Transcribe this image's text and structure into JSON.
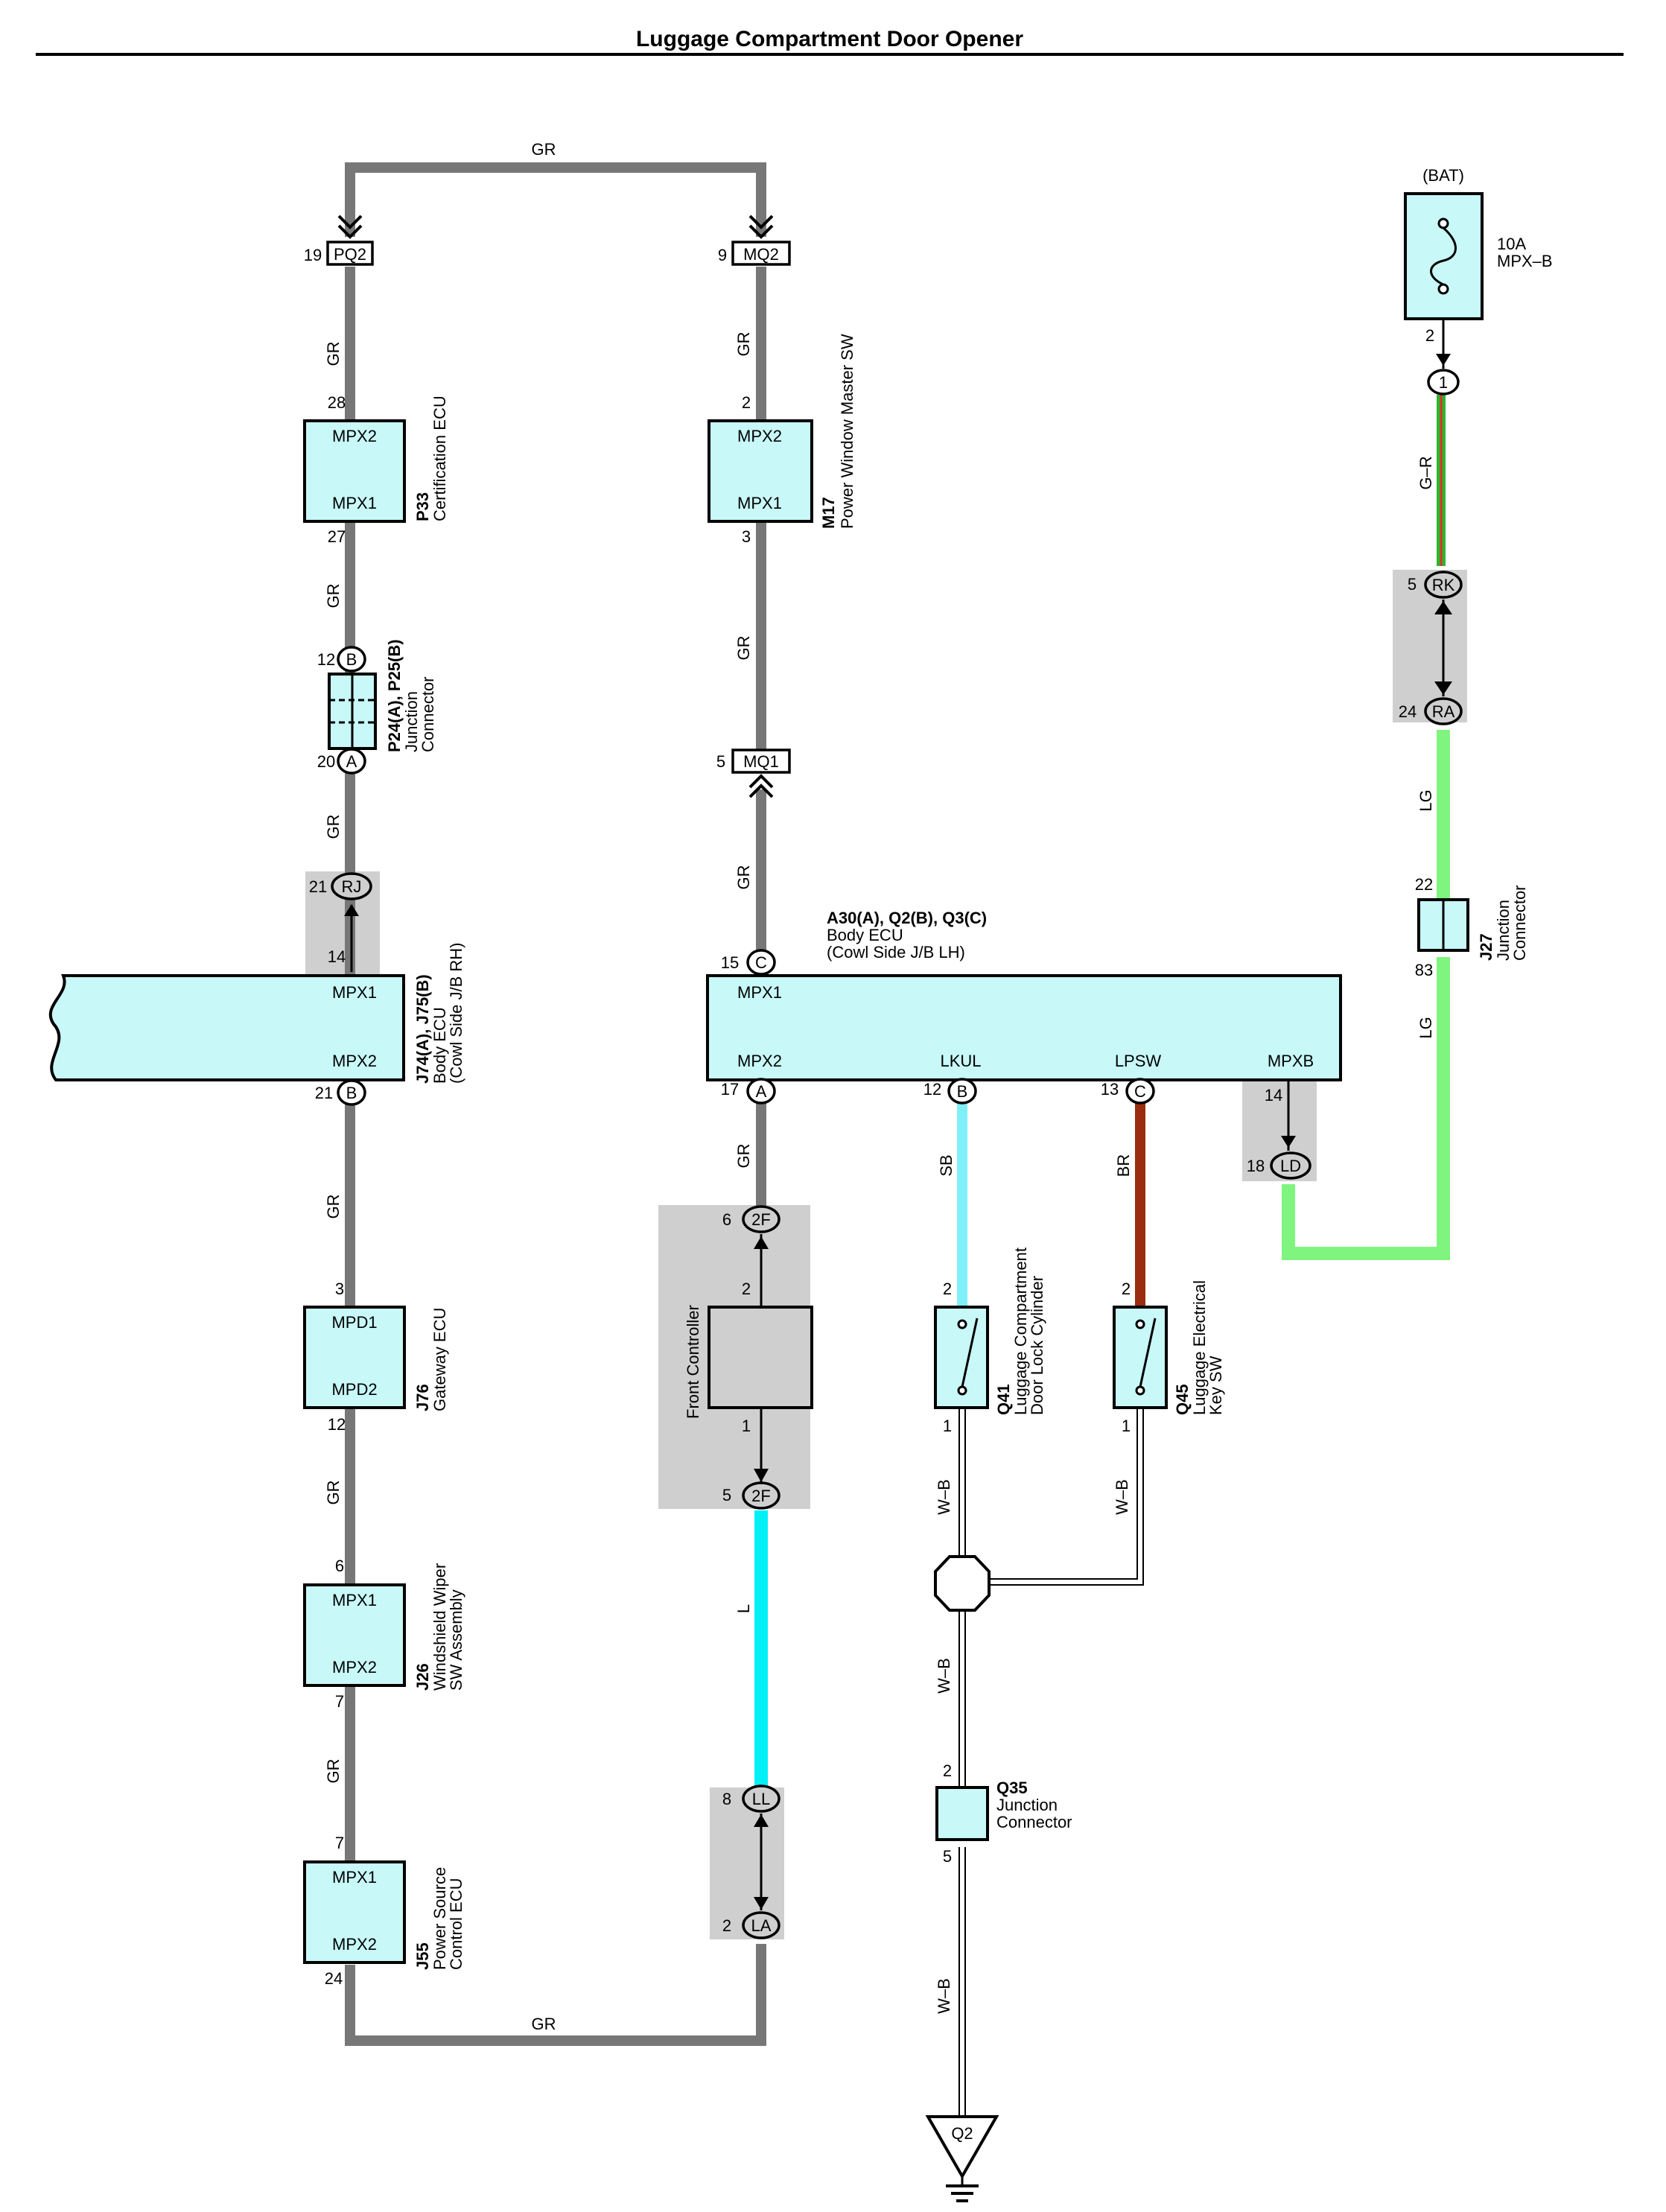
{
  "title": "Luggage Compartment Door Opener",
  "wire_colors": {
    "GR": "#777777",
    "SB": "#80f0f8",
    "BR": "#9a2c10",
    "LG": "#7ff57f",
    "L": "#00f0f8",
    "WB": "#ffffff",
    "GRN": "#2db52d",
    "RED": "#e03030"
  },
  "wire_labels": {
    "gr": "GR",
    "sb": "SB",
    "br": "BR",
    "lg": "LG",
    "l": "L",
    "wb": "W–B",
    "gr_red": "G–R"
  },
  "connectors": {
    "pq2": "PQ2",
    "mq2": "MQ2",
    "mq1": "MQ1",
    "rj": "RJ",
    "rk": "RK",
    "ra": "RA",
    "ld": "LD",
    "f2f": "2F",
    "ll": "LL",
    "la": "LA",
    "a": "A",
    "b": "B",
    "c": "C",
    "one": "1",
    "q2": "Q2"
  },
  "pins": {
    "p19": "19",
    "p9": "9",
    "p28": "28",
    "p27": "27",
    "p2": "2",
    "p3": "3",
    "p12": "12",
    "p20": "20",
    "p5": "5",
    "p21": "21",
    "p14": "14",
    "p15": "15",
    "p17": "17",
    "p13": "13",
    "p18": "18",
    "p6": "6",
    "p1": "1",
    "p8": "8",
    "p22": "22",
    "p83": "83",
    "p24": "24",
    "p7": "7"
  },
  "components": {
    "p33": {
      "id": "P33",
      "name": "Certification ECU",
      "top": "MPX2",
      "bottom": "MPX1"
    },
    "m17": {
      "id": "M17",
      "name": "Power Window Master SW",
      "top": "MPX2",
      "bottom": "MPX1"
    },
    "p24": {
      "id": "P24(A), P25(B)",
      "name1": "Junction",
      "name2": "Connector"
    },
    "j74": {
      "id": "J74(A), J75(B)",
      "name1": "Body ECU",
      "name2": "(Cowl Side J/B RH)",
      "top": "MPX1",
      "bottom": "MPX2"
    },
    "a30": {
      "id": "A30(A), Q2(B), Q3(C)",
      "name1": "Body ECU",
      "name2": "(Cowl Side J/B LH)",
      "t1": "MPX1",
      "t2": "MPX2",
      "t3": "LKUL",
      "t4": "LPSW",
      "t5": "MPXB"
    },
    "j76": {
      "id": "J76",
      "name": "Gateway ECU",
      "top": "MPD1",
      "bottom": "MPD2"
    },
    "j26": {
      "id": "J26",
      "name1": "Windshield Wiper",
      "name2": "SW Assembly",
      "top": "MPX1",
      "bottom": "MPX2"
    },
    "j55": {
      "id": "J55",
      "name1": "Power Source",
      "name2": "Control ECU",
      "top": "MPX1",
      "bottom": "MPX2"
    },
    "front": {
      "name": "Front Controller"
    },
    "q41": {
      "id": "Q41",
      "name1": "Luggage Compartment",
      "name2": "Door Lock Cylinder"
    },
    "q45": {
      "id": "Q45",
      "name1": "Luggage Electrical",
      "name2": "Key SW"
    },
    "q35": {
      "id": "Q35",
      "name1": "Junction",
      "name2": "Connector"
    },
    "j27": {
      "id": "J27",
      "name1": "Junction",
      "name2": "Connector"
    },
    "bat": {
      "label": "(BAT)",
      "fuse": "10A",
      "fuse_name": "MPX–B"
    }
  }
}
